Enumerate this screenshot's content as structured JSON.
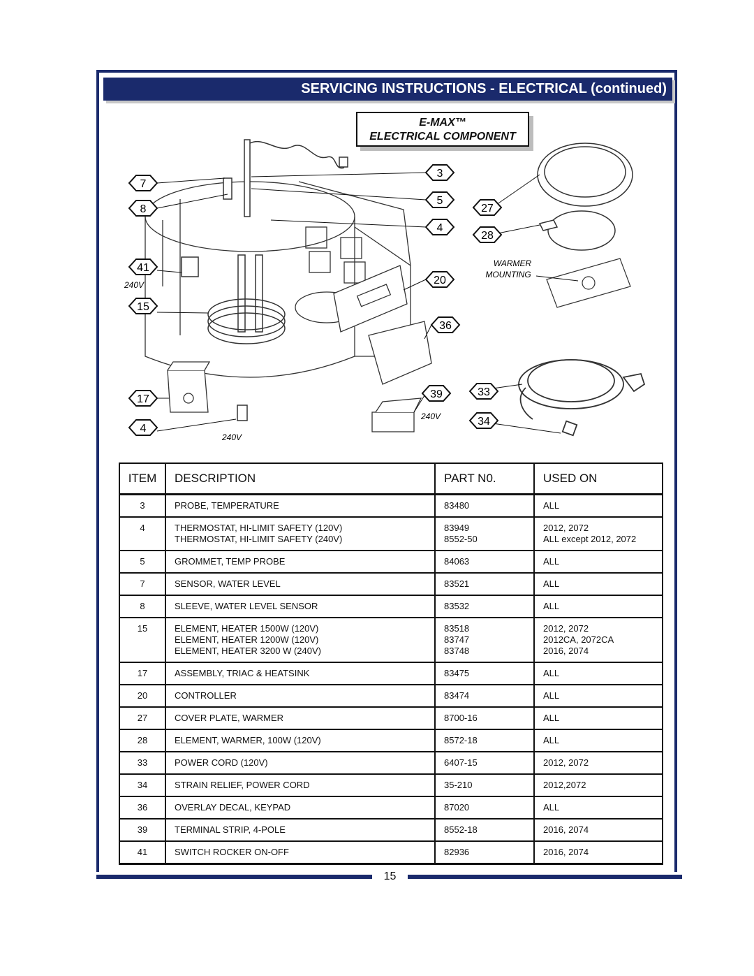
{
  "header": {
    "title": "SERVICING INSTRUCTIONS - ELECTRICAL (continued)"
  },
  "diagram": {
    "box_line1": "E-MAX™",
    "box_line2": "ELECTRICAL COMPONENT",
    "warmer_label_line1": "WARMER",
    "warmer_label_line2": "MOUNTING",
    "voltage_labels": [
      "240V",
      "240V",
      "240V"
    ],
    "callouts": [
      "7",
      "8",
      "41",
      "15",
      "17",
      "4",
      "3",
      "5",
      "4",
      "27",
      "28",
      "20",
      "36",
      "39",
      "33",
      "34"
    ]
  },
  "table": {
    "headers": {
      "item": "ITEM",
      "description": "DESCRIPTION",
      "part_no": "PART N0.",
      "used_on": "USED ON"
    },
    "rows": [
      {
        "item": "3",
        "desc": [
          "PROBE, TEMPERATURE"
        ],
        "part": [
          "83480"
        ],
        "used": [
          "ALL"
        ]
      },
      {
        "item": "4",
        "desc": [
          "THERMOSTAT, HI-LIMIT SAFETY (120V)",
          "THERMOSTAT, HI-LIMIT SAFETY (240V)"
        ],
        "part": [
          "83949",
          "8552-50"
        ],
        "used": [
          "2012, 2072",
          "ALL except 2012, 2072"
        ]
      },
      {
        "item": "5",
        "desc": [
          "GROMMET, TEMP PROBE"
        ],
        "part": [
          "84063"
        ],
        "used": [
          "ALL"
        ]
      },
      {
        "item": "7",
        "desc": [
          "SENSOR, WATER LEVEL"
        ],
        "part": [
          "83521"
        ],
        "used": [
          "ALL"
        ]
      },
      {
        "item": "8",
        "desc": [
          "SLEEVE, WATER LEVEL SENSOR"
        ],
        "part": [
          "83532"
        ],
        "used": [
          "ALL"
        ]
      },
      {
        "item": "15",
        "desc": [
          "ELEMENT, HEATER 1500W (120V)",
          "ELEMENT, HEATER 1200W (120V)",
          "ELEMENT, HEATER 3200 W (240V)"
        ],
        "part": [
          "83518",
          "83747",
          "83748"
        ],
        "used": [
          "2012, 2072",
          "2012CA, 2072CA",
          "2016, 2074"
        ]
      },
      {
        "item": "17",
        "desc": [
          "ASSEMBLY, TRIAC & HEATSINK"
        ],
        "part": [
          "83475"
        ],
        "used": [
          "ALL"
        ]
      },
      {
        "item": "20",
        "desc": [
          "CONTROLLER"
        ],
        "part": [
          "83474"
        ],
        "used": [
          "ALL"
        ]
      },
      {
        "item": "27",
        "desc": [
          "COVER PLATE, WARMER"
        ],
        "part": [
          "8700-16"
        ],
        "used": [
          "ALL"
        ]
      },
      {
        "item": "28",
        "desc": [
          "ELEMENT, WARMER, 100W (120V)"
        ],
        "part": [
          "8572-18"
        ],
        "used": [
          "ALL"
        ]
      },
      {
        "item": "33",
        "desc": [
          "POWER CORD (120V)"
        ],
        "part": [
          "6407-15"
        ],
        "used": [
          "2012, 2072"
        ]
      },
      {
        "item": "34",
        "desc": [
          "STRAIN RELIEF, POWER CORD"
        ],
        "part": [
          "35-210"
        ],
        "used": [
          "2012,2072"
        ]
      },
      {
        "item": "36",
        "desc": [
          "OVERLAY DECAL, KEYPAD"
        ],
        "part": [
          "87020"
        ],
        "used": [
          "ALL"
        ]
      },
      {
        "item": "39",
        "desc": [
          "TERMINAL STRIP, 4-POLE"
        ],
        "part": [
          "8552-18"
        ],
        "used": [
          "2016, 2074"
        ]
      },
      {
        "item": "41",
        "desc": [
          "SWITCH ROCKER ON-OFF"
        ],
        "part": [
          "82936"
        ],
        "used": [
          "2016, 2074"
        ]
      }
    ]
  },
  "footer": {
    "page_number": "15"
  },
  "colors": {
    "brand_navy": "#1a2a6c"
  }
}
